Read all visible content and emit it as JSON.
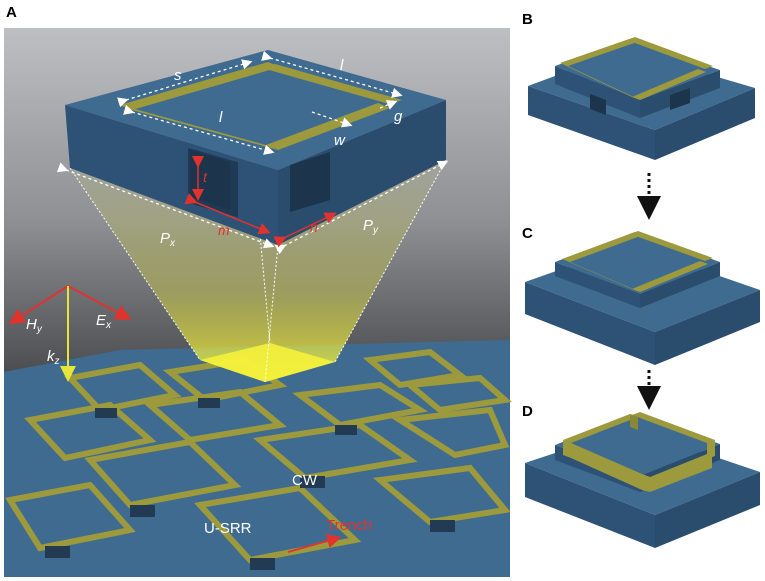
{
  "panels": {
    "a": "A",
    "b": "B",
    "c": "C",
    "d": "D"
  },
  "dimensions": {
    "s": "s",
    "l_top": "l",
    "l_front": "l",
    "g": "g",
    "w": "w",
    "t": "t",
    "m": "m",
    "n": "n",
    "px": "P",
    "px_sub": "x",
    "py": "P",
    "py_sub": "y"
  },
  "field_labels": {
    "hy": "H",
    "hy_sub": "y",
    "ex": "E",
    "ex_sub": "x",
    "kz": "k",
    "kz_sub": "z"
  },
  "labels": {
    "cw": "CW",
    "usrr": "U-SRR",
    "trench": "Trench"
  },
  "colors": {
    "substrate": "#3f6b91",
    "substrate_dark": "#2d5275",
    "metal": "#9c9a3c",
    "accent_red": "#e0332e",
    "field_yellow": "#e6e63a",
    "beam": "#f2ef3a"
  }
}
